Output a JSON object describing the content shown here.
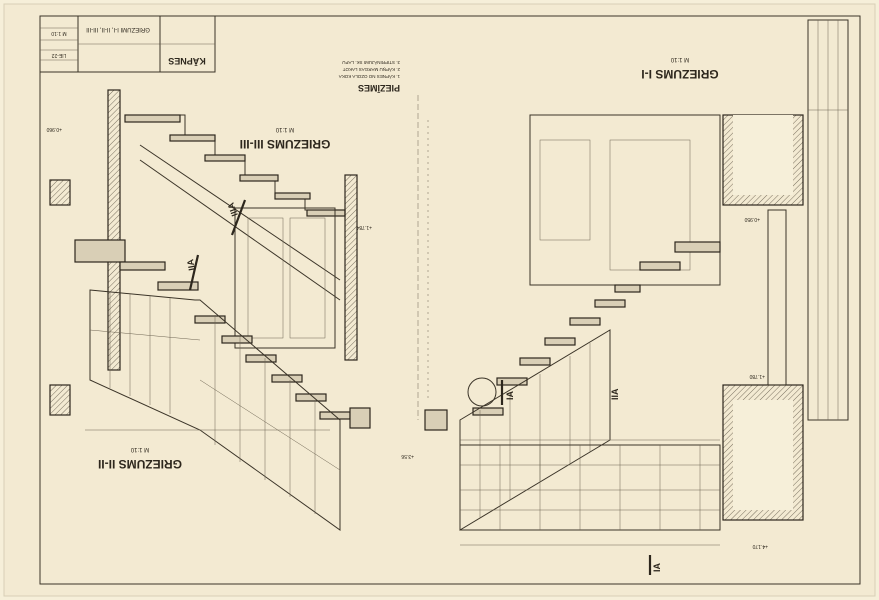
{
  "title_block": {
    "title": "KĀPNES",
    "subtitle": "GRIEZUMI I-I, II-II, III-III",
    "scale": "M 1:10",
    "sheet": "LIE-22"
  },
  "sections": [
    {
      "label": "GRIEZUMS I-I",
      "scale": "M 1:10"
    },
    {
      "label": "GRIEZUMS II-II",
      "scale": "M 1:10"
    },
    {
      "label": "GRIEZUMS III-III",
      "scale": "M 1:10"
    }
  ],
  "notes": {
    "heading": "PIEZĪMES",
    "lines": [
      "1. KĀPNES NO OZOLA KOKA",
      "2. KĀPŅU MARGAS LAKOT",
      "3. STIPRINĀJUMI SK. LAPU"
    ]
  },
  "section_marks": [
    "IA",
    "IIA",
    "IIIA",
    "IA",
    "IIA"
  ],
  "levels": [
    "+0.960",
    "+1.784",
    "+3.56",
    "+1.780",
    "+0.950",
    "+4.170"
  ]
}
